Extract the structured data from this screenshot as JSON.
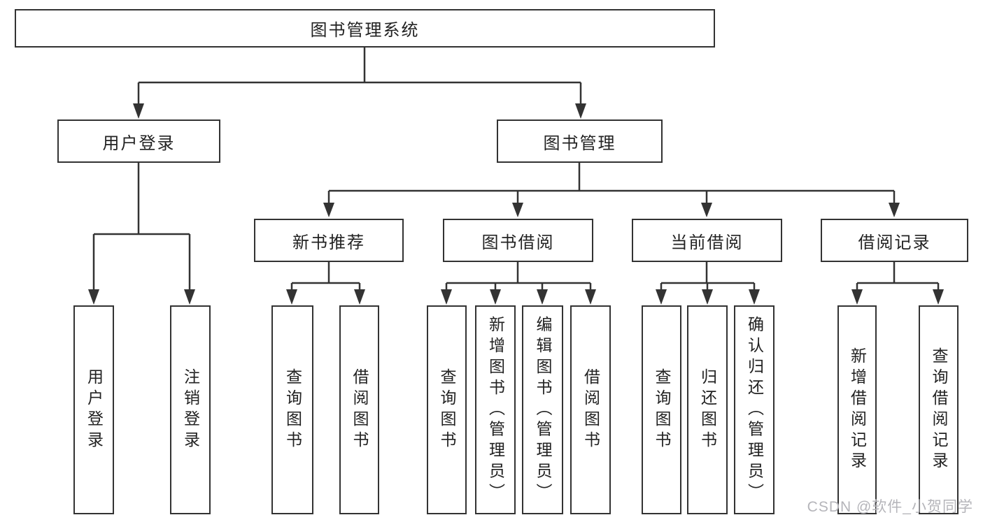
{
  "watermark": "CSDN @软件_小贺同学",
  "colors": {
    "line": "#333333",
    "box_border": "#333333",
    "box_background": "#ffffff",
    "text": "#222222",
    "watermark": "#b5b5ba",
    "background": "#ffffff"
  },
  "tree": {
    "root": {
      "label": "图书管理系统"
    },
    "children": [
      {
        "label": "用户登录",
        "children": [
          {
            "label": "用户登录"
          },
          {
            "label": "注销登录"
          }
        ]
      },
      {
        "label": "图书管理",
        "children": [
          {
            "label": "新书推荐",
            "children": [
              {
                "label": "查询图书"
              },
              {
                "label": "借阅图书"
              }
            ]
          },
          {
            "label": "图书借阅",
            "children": [
              {
                "label": "查询图书"
              },
              {
                "label": "新增图书（管理员）"
              },
              {
                "label": "编辑图书（管理员）"
              },
              {
                "label": "借阅图书"
              }
            ]
          },
          {
            "label": "当前借阅",
            "children": [
              {
                "label": "查询图书"
              },
              {
                "label": "归还图书"
              },
              {
                "label": "确认归还（管理员）"
              }
            ]
          },
          {
            "label": "借阅记录",
            "children": [
              {
                "label": "新增借阅记录"
              },
              {
                "label": "查询借阅记录"
              }
            ]
          }
        ]
      }
    ]
  }
}
